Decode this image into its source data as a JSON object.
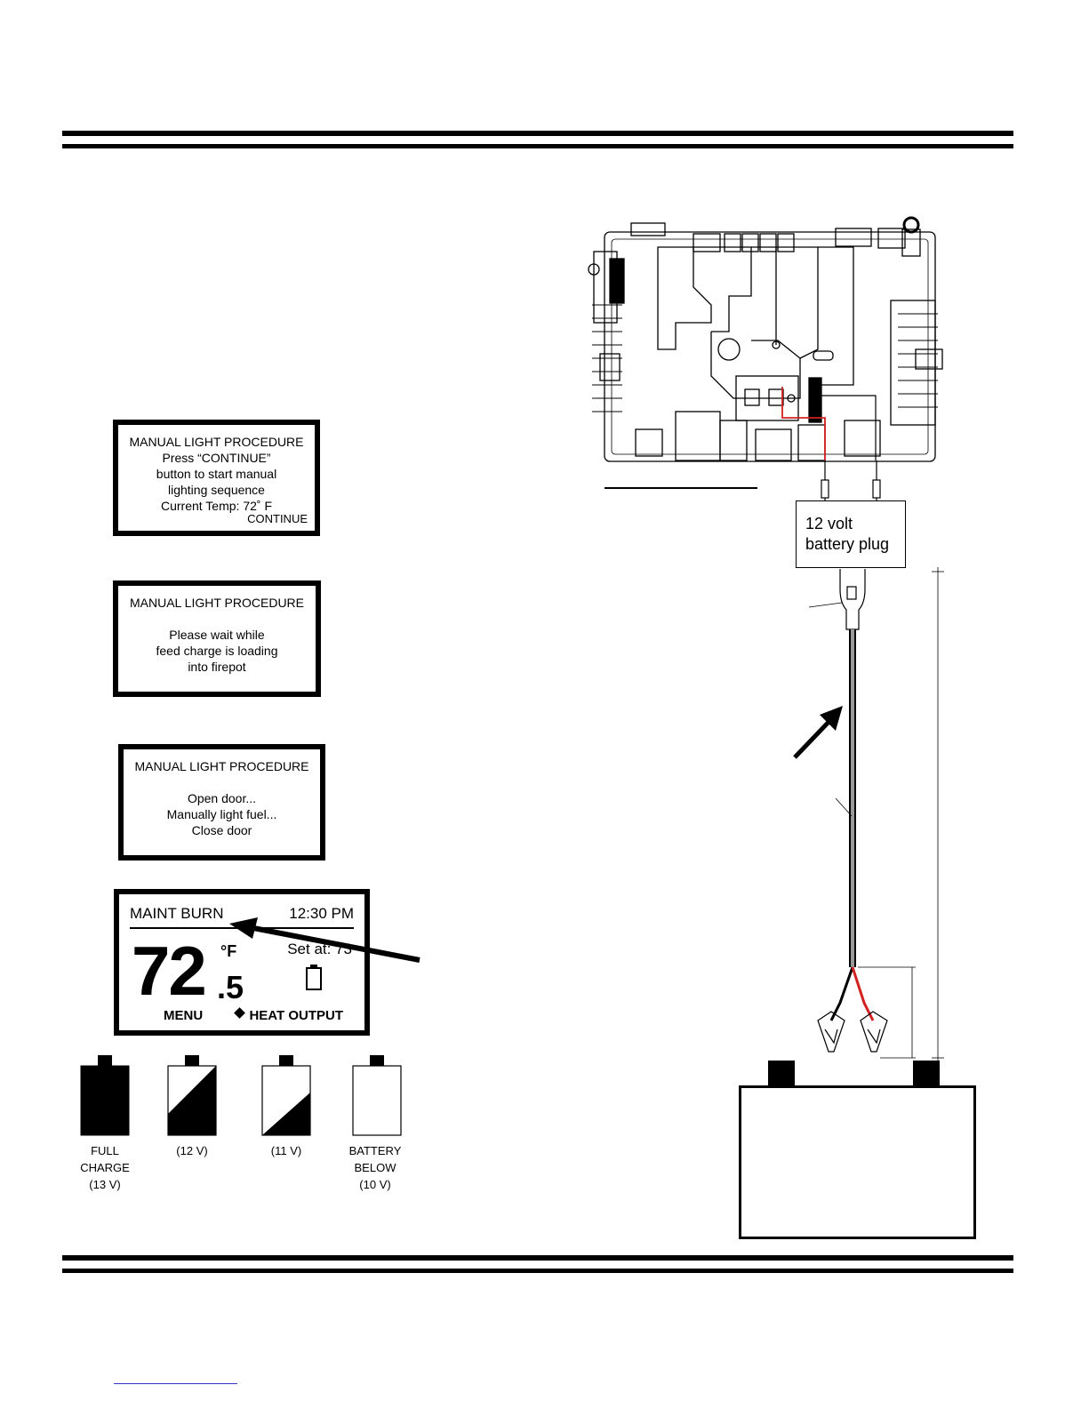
{
  "screens": [
    {
      "lines": [
        "MANUAL LIGHT PROCEDURE",
        "Press “CONTINUE”",
        "button to start manual",
        "lighting sequence",
        "Current Temp:  72˚ F"
      ],
      "action": "CONTINUE"
    },
    {
      "lines": [
        "MANUAL LIGHT PROCEDURE",
        "",
        "Please wait while",
        "feed charge is loading",
        "into firepot"
      ]
    },
    {
      "lines": [
        "MANUAL LIGHT PROCEDURE",
        "",
        "Open door...",
        "Manually light fuel...",
        "Close door"
      ]
    }
  ],
  "lcd": {
    "mode": "MAINT BURN",
    "time": "12:30 PM",
    "temp_whole": "72",
    "temp_decimal": ".5",
    "unit": "°F",
    "setpoint": "Set at: 73",
    "menu": "MENU",
    "heat_output": "HEAT OUTPUT"
  },
  "battery_levels": [
    {
      "label_lines": [
        "FULL",
        "CHARGE",
        "(13 V)"
      ],
      "fill": 1.0
    },
    {
      "label_lines": [
        "(12 V)"
      ],
      "fill": 0.66
    },
    {
      "label_lines": [
        "(11 V)"
      ],
      "fill": 0.33
    },
    {
      "label_lines": [
        "BATTERY",
        "BELOW",
        "(10 V)"
      ],
      "fill": 0.0
    }
  ],
  "plug": {
    "line1": "12 volt",
    "line2": "battery plug"
  },
  "colors": {
    "wire_red": "#d32020",
    "ink": "#000000",
    "link_underline": "#3333cc"
  }
}
